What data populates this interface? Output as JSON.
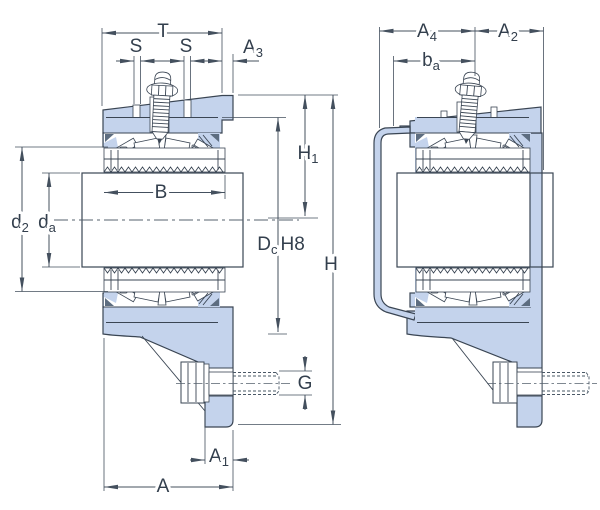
{
  "colors": {
    "housing_fill": "#c4d3ec",
    "outline": "#3a4553",
    "dimension_lines": "#44505e",
    "label_text": "#333f4d",
    "shaft_light": "#f2f2f2",
    "shaft_dark": "#c0c0c0",
    "background": "#ffffff"
  },
  "dimensions": {
    "T": {
      "base": "T"
    },
    "S1": {
      "base": "S"
    },
    "S2": {
      "base": "S"
    },
    "A3": {
      "base": "A",
      "sub": "3"
    },
    "A4": {
      "base": "A",
      "sub": "4"
    },
    "A2": {
      "base": "A",
      "sub": "2"
    },
    "ba": {
      "base": "b",
      "sub": "a"
    },
    "H1": {
      "base": "H",
      "sub": "1"
    },
    "B": {
      "base": "B"
    },
    "d2": {
      "base": "d",
      "sub": "2"
    },
    "da": {
      "base": "d",
      "sub": "a"
    },
    "DcH8": {
      "base": "D",
      "sub": "c",
      "suffix": "H8"
    },
    "H": {
      "base": "H"
    },
    "G": {
      "base": "G"
    },
    "A1": {
      "base": "A",
      "sub": "1"
    },
    "A": {
      "base": "A"
    }
  }
}
